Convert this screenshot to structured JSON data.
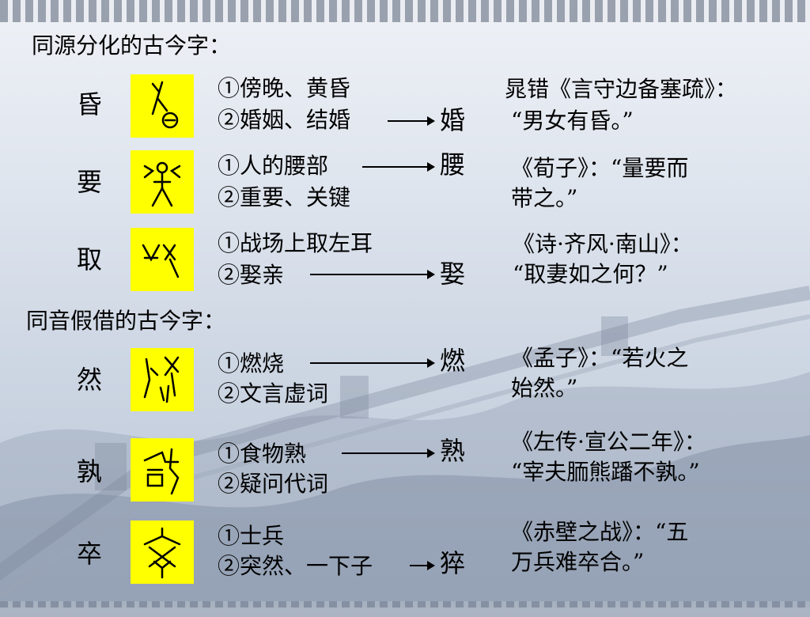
{
  "sections": {
    "tongyuan": "同源分化的古今字：",
    "tongyin": "同音假借的古今字："
  },
  "rows": [
    {
      "char": "昏",
      "m1": "①傍晚、黄昏",
      "m2": "②婚姻、结婚",
      "result": "婚",
      "q1": "晁错《言守边备塞疏》：",
      "q2": "“男女有昏。”"
    },
    {
      "char": "要",
      "m1": "①人的腰部",
      "m2": "②重要、关键",
      "result": "腰",
      "q1": "《荀子》：“量要而",
      "q2": "带之。”"
    },
    {
      "char": "取",
      "m1": "①战场上取左耳",
      "m2": "②娶亲",
      "result": "娶",
      "q1": "《诗·齐风·南山》：",
      "q2": "“取妻如之何？”"
    },
    {
      "char": "然",
      "m1": "①燃烧",
      "m2": "②文言虚词",
      "result": "燃",
      "q1": "《孟子》：“若火之",
      "q2": "始然。”"
    },
    {
      "char": "孰",
      "m1": "①食物熟",
      "m2": "②疑问代词",
      "result": "熟",
      "q1": "《左传·宣公二年》：",
      "q2": "“宰夫胹熊蹯不孰。”"
    },
    {
      "char": "卒",
      "m1": "①士兵",
      "m2": "②突然、一下子",
      "result": "猝",
      "q1": "《赤壁之战》：“五",
      "q2": "万兵难卒合。”"
    }
  ],
  "colors": {
    "highlight": "#ffff00",
    "text": "#000000"
  }
}
